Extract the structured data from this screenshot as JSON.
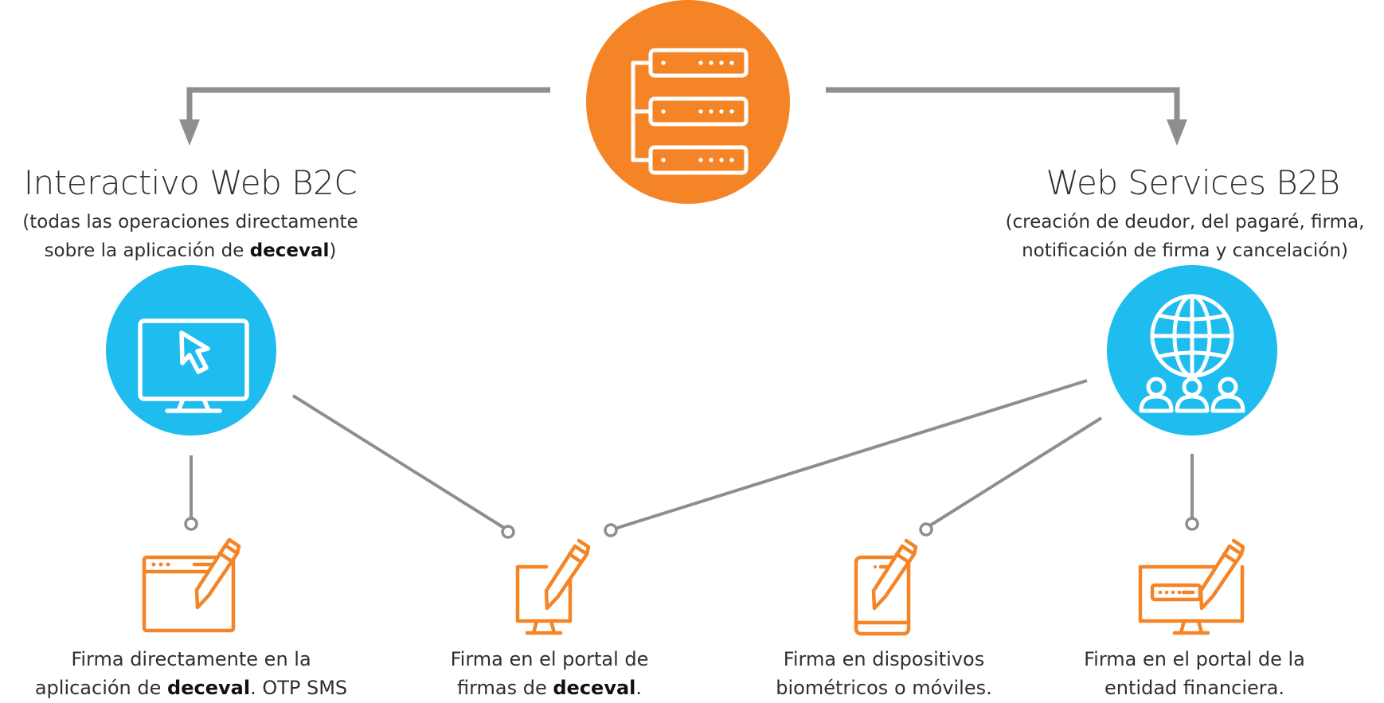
{
  "colors": {
    "orange": "#f58426",
    "blue": "#1ebcef",
    "connector": "#8e8e8e"
  },
  "center": {
    "icon": "server-icon"
  },
  "left": {
    "title": "Interactivo Web B2C",
    "sub_line1": "(todas las operaciones directamente",
    "sub_line2_pre": "sobre la aplicación de ",
    "sub_line2_bold": "deceval",
    "sub_line2_post": ")",
    "icon": "monitor-cursor-icon"
  },
  "right": {
    "title": "Web Services B2B",
    "sub_line1": "(creación de deudor, del pagaré, firma,",
    "sub_line2": "notificación de firma y cancelación)",
    "icon": "globe-users-icon"
  },
  "options": [
    {
      "icon": "browser-signature-icon",
      "line1": "Firma directamente en la",
      "line2_pre": "aplicación de ",
      "line2_bold": "deceval",
      "line2_post": ".  OTP SMS"
    },
    {
      "icon": "monitor-signature-icon",
      "line1": "Firma en el portal de",
      "line2_pre": "firmas de ",
      "line2_bold": "deceval",
      "line2_post": "."
    },
    {
      "icon": "mobile-signature-icon",
      "line1": "Firma en dispositivos",
      "line2": "biométricos o móviles."
    },
    {
      "icon": "portal-signature-icon",
      "line1": "Firma en el portal de la",
      "line2": "entidad financiera."
    }
  ]
}
